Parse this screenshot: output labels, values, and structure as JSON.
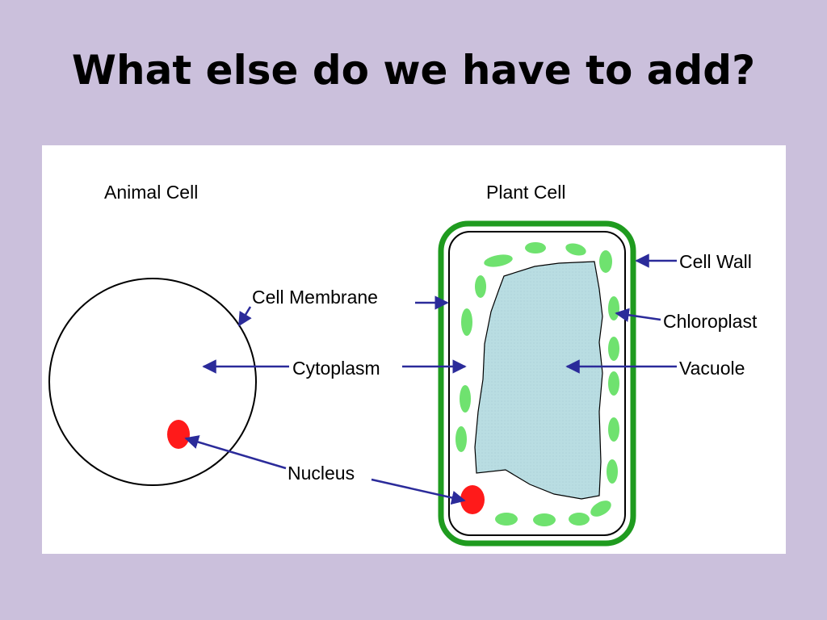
{
  "slide": {
    "title": "What else do we have to add?"
  },
  "diagram": {
    "animal_cell_heading": "Animal Cell",
    "plant_cell_heading": "Plant Cell",
    "labels": {
      "cell_membrane": "Cell Membrane",
      "cytoplasm": "Cytoplasm",
      "nucleus": "Nucleus",
      "cell_wall": "Cell Wall",
      "chloroplast": "Chloroplast",
      "vacuole": "Vacuole"
    },
    "colors": {
      "arrow": "#2b2b9a",
      "nucleus": "#ff1a1a",
      "cell_wall": "#1f9b1f",
      "chloroplast": "#6fe26f",
      "vacuole": "#b9dde2",
      "background": "#cbc0dc"
    }
  }
}
